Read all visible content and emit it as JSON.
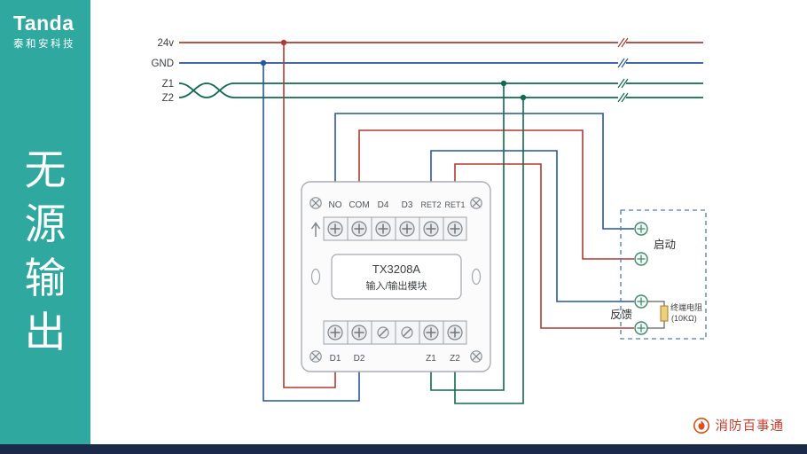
{
  "colors": {
    "red": "#B03A33",
    "blue": "#27559F",
    "green": "#0E6B4F",
    "teal": "#2FA9A0",
    "navy": "#1B2A4B",
    "dashed_box_blue": "#4A7CC0",
    "terminal_green": "#3F8A6C",
    "logo_red": "#CE3A28"
  },
  "sidebar": {
    "brand": "Tanda",
    "brand_subtitle": "泰和安科技",
    "vertical_title": [
      "无",
      "源",
      "输",
      "出"
    ]
  },
  "buses": {
    "power": "24v",
    "ground": "GND",
    "z1": "Z1",
    "z2": "Z2"
  },
  "module": {
    "model": "TX3208A",
    "name": "输入/输出模块",
    "top_terminals": [
      "NO",
      "COM",
      "D4",
      "D3",
      "RET2",
      "RET1"
    ],
    "bottom_terminals": [
      "D1",
      "D2",
      "Z1",
      "Z2"
    ]
  },
  "device": {
    "start_label": "启动",
    "feedback_label": "反馈",
    "resistor_label": "终端电阻",
    "resistor_value": "(10KΩ)"
  },
  "footer": {
    "logo_text": "消防百事通"
  }
}
